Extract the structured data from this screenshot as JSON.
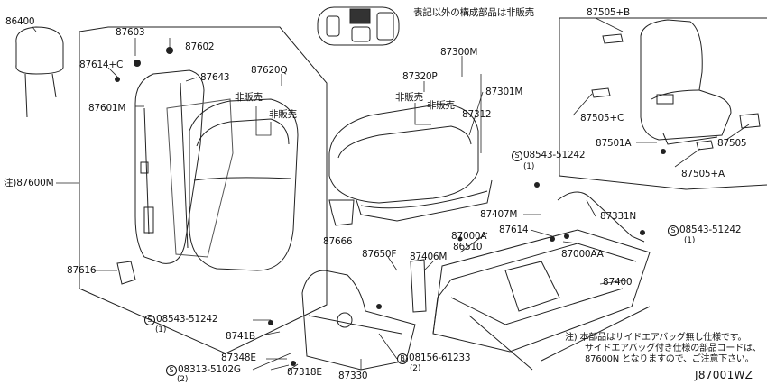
{
  "header_note": "表記以外の構成部品は非販売",
  "non_sale": "非販売",
  "parts": {
    "p86400": "86400",
    "p87603": "87603",
    "p87602": "87602",
    "p87614c": "87614+C",
    "p87643": "87643",
    "p87620q": "87620Q",
    "p87601m": "87601M",
    "p87600m": "注)87600M",
    "p87616": "87616",
    "p87300m": "87300M",
    "p87320p": "87320P",
    "p87301m": "87301M",
    "p87312": "87312",
    "p87505b": "87505+B",
    "p87505c": "87505+C",
    "p87501a": "87501A",
    "p87505": "87505",
    "p87505a": "87505+A",
    "p87666": "87666",
    "p87407m": "87407M",
    "p87331n": "87331N",
    "p87000a": "87000A",
    "p86510": "86510",
    "p87614": "87614",
    "p87000aa": "87000AA",
    "p87650f": "87650F",
    "p87406m": "87406M",
    "p87400": "87400",
    "p8741b": "8741B",
    "p87348e": "87348E",
    "p87318e": "87318E",
    "p87330": "87330"
  },
  "screws": {
    "s1_code": "08543-51242",
    "s1_qty": "(1)",
    "s2_code": "08543-51242",
    "s2_qty": "(1)",
    "s3_code": "08543-51242",
    "s3_qty": "(1)",
    "s4_code": "08313-5102G",
    "s4_qty": "(2)",
    "b1_code": "08156-61233",
    "b1_qty": "(2)",
    "s_symbol": "S",
    "b_symbol": "B"
  },
  "footnote": {
    "line1": "注) 本部品はサイドエアバッグ無し仕様です。",
    "line2": "サイドエアバッグ付き仕様の部品コードは、",
    "line3": "87600N となりますので、ご注意下さい。"
  },
  "diagram_code": "J87001WZ"
}
